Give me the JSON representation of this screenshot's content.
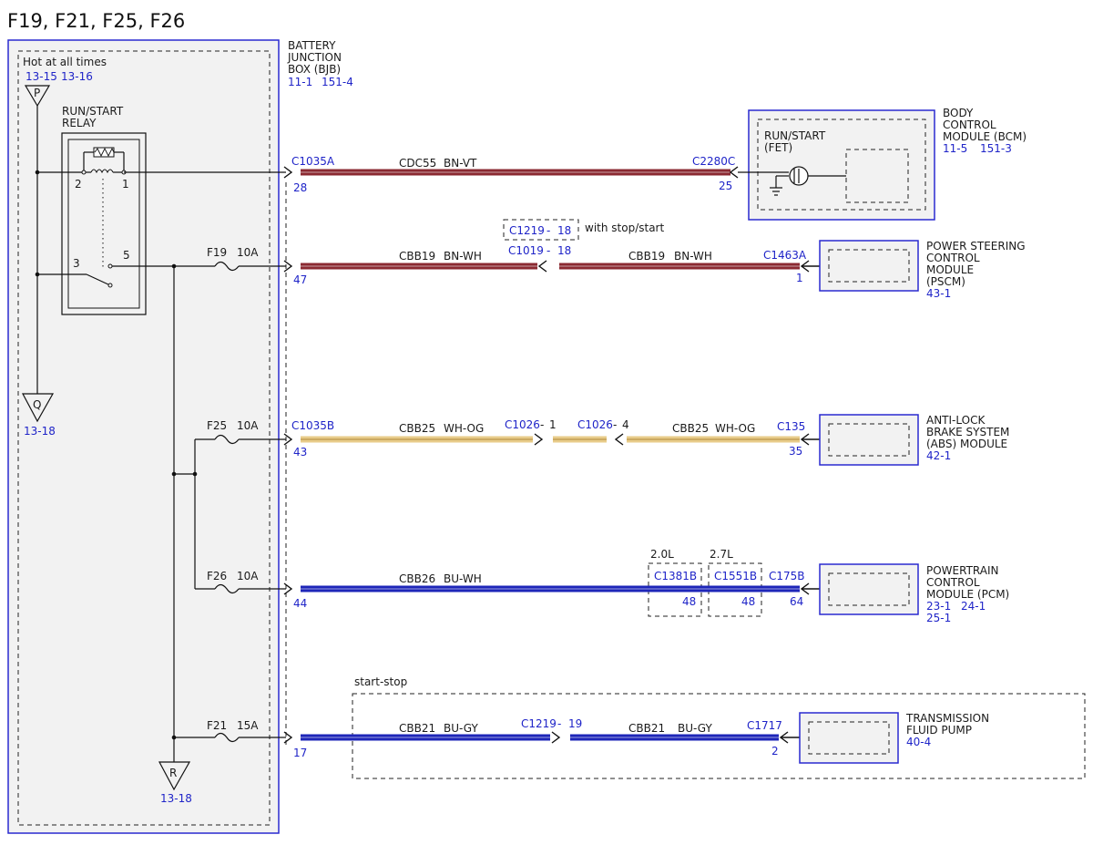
{
  "title": "F19, F21, F25, F26",
  "colors": {
    "BN-VT": "#8b2a32",
    "BN-WH": "#8b2a32",
    "WH-OG": "#e8cc8a",
    "BU-WH": "#1e26b8",
    "BU-GY": "#1e26b8",
    "ref": "#1f24c8",
    "box": "#2a2ad0"
  },
  "bjb": {
    "hot_label": "Hot at all times",
    "hot_refs": [
      "13-15",
      "13-16"
    ],
    "name_lines": [
      "BATTERY",
      "JUNCTION",
      "BOX (BJB)"
    ],
    "refs": [
      "11-1",
      "151-4"
    ],
    "relay_label": [
      "RUN/START",
      "RELAY"
    ],
    "relay_pins": [
      "2",
      "1",
      "3",
      "5"
    ],
    "bus_p": "P",
    "bus_q": "Q",
    "bus_r": "R",
    "q_ref": "13-18",
    "r_ref": "13-18"
  },
  "fuses": [
    {
      "name": "F19",
      "rating": "10A"
    },
    {
      "name": "F25",
      "rating": "10A"
    },
    {
      "name": "F26",
      "rating": "10A"
    },
    {
      "name": "F21",
      "rating": "15A"
    }
  ],
  "circuits": [
    {
      "connector": "C1035A",
      "pin": "28",
      "circuit": "CDC55",
      "color": "BN-VT",
      "end_connector": "C2280C",
      "end_pin": "25"
    },
    {
      "connector": "",
      "pin": "47",
      "circuit": "CBB19",
      "color": "BN-WH",
      "inline": "C1019",
      "inline_pin": "18",
      "alt_inline": "C1219",
      "alt_pin": "18",
      "alt_note": "with stop/start",
      "circuit2": "CBB19",
      "color2": "BN-WH",
      "end_connector": "C1463A",
      "end_pin": "1"
    },
    {
      "connector": "C1035B",
      "pin": "43",
      "circuit": "CBB25",
      "color": "WH-OG",
      "inline_a": "C1026",
      "inline_a_pin": "1",
      "inline_b": "C1026",
      "inline_b_pin": "4",
      "circuit2": "CBB25",
      "color2": "WH-OG",
      "end_connector": "C135",
      "end_pin": "35"
    },
    {
      "connector": "",
      "pin": "44",
      "circuit": "CBB26",
      "color": "BU-WH",
      "opt1_label": "2.0L",
      "opt1_connector": "C1381B",
      "opt1_pin": "48",
      "opt2_label": "2.7L",
      "opt2_connector": "C1551B",
      "opt2_pin": "48",
      "end_connector": "C175B",
      "end_pin": "64"
    },
    {
      "connector": "",
      "pin": "17",
      "circuit": "CBB21",
      "color": "BU-GY",
      "inline": "C1219",
      "inline_pin": "19",
      "circuit2": "CBB21",
      "color2": "BU-GY",
      "end_connector": "C1717",
      "end_pin": "2",
      "group_label": "start-stop"
    }
  ],
  "modules": [
    {
      "name_lines": [
        "BODY",
        "CONTROL",
        "MODULE (BCM)"
      ],
      "refs": [
        "11-5",
        "151-3"
      ],
      "inner_lines": [
        "RUN/START",
        "(FET)"
      ]
    },
    {
      "name_lines": [
        "POWER STEERING",
        "CONTROL",
        "MODULE",
        "(PSCM)"
      ],
      "refs": [
        "43-1"
      ]
    },
    {
      "name_lines": [
        "ANTI-LOCK",
        "BRAKE SYSTEM",
        "(ABS) MODULE"
      ],
      "refs": [
        "42-1"
      ]
    },
    {
      "name_lines": [
        "POWERTRAIN",
        "CONTROL",
        "MODULE (PCM)"
      ],
      "refs": [
        "23-1",
        "24-1",
        "25-1"
      ]
    },
    {
      "name_lines": [
        "TRANSMISSION",
        "FLUID PUMP"
      ],
      "refs": [
        "40-4"
      ]
    }
  ]
}
